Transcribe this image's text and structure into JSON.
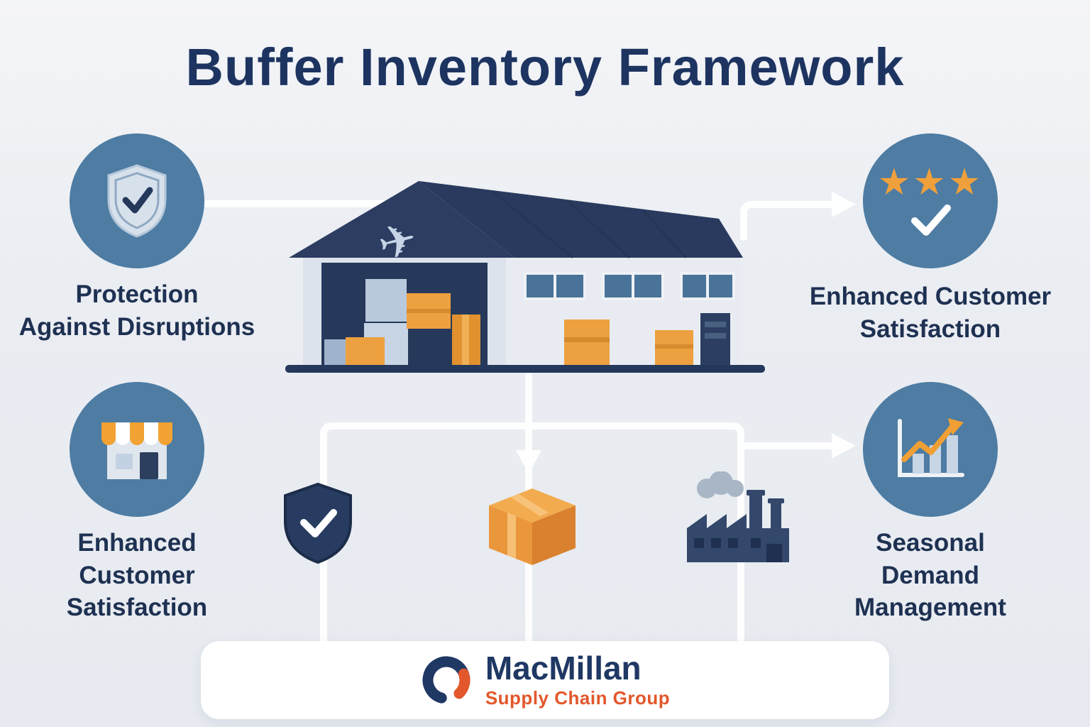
{
  "title": "Buffer Inventory Framework",
  "nodes": {
    "top_left": {
      "icon": "shield-check-icon",
      "lines": [
        "Protection",
        "Against Disruptions"
      ]
    },
    "top_right": {
      "icon": "stars-check-icon",
      "lines": [
        "Enhanced Customer",
        "Satisfaction"
      ]
    },
    "bottom_left": {
      "icon": "storefront-icon",
      "lines": [
        "Enhanced",
        "Customer",
        "Satisfaction"
      ]
    },
    "bottom_right": {
      "icon": "growth-chart-icon",
      "lines": [
        "Seasonal",
        "Demand",
        "Management"
      ]
    }
  },
  "icons": {
    "stars_glyph": "★★★",
    "plane_glyph": "✈"
  },
  "footer": {
    "brand": "MacMillan",
    "tagline": "Supply Chain Group"
  },
  "colors": {
    "background": "#e9ecf2",
    "title_navy": "#1d3461",
    "node_circle_blue": "#4e7ca3",
    "accent_orange": "#ee9d3c",
    "dark_navy": "#24385c",
    "brand_navy": "#1f3864",
    "brand_orange": "#e2572b",
    "connector_white": "#ffffff"
  }
}
